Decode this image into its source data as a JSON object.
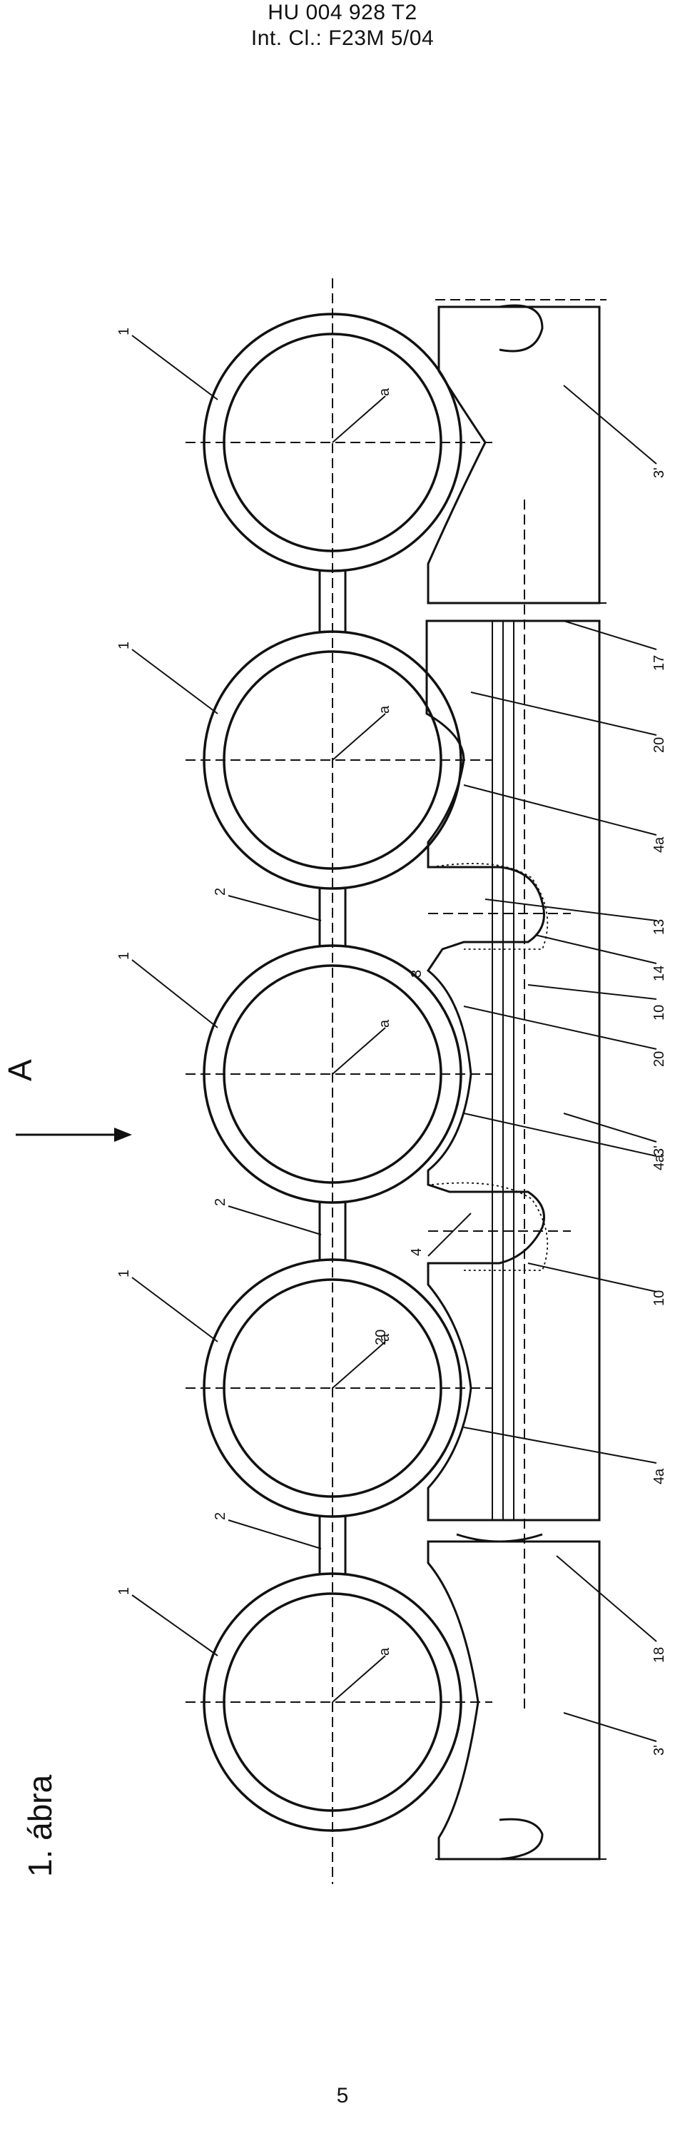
{
  "header": {
    "line1": "HU 004 928 T2",
    "line2": "Int. Cl.: F23M 5/04"
  },
  "figure": {
    "caption": "1. ábra",
    "view_label": "A",
    "labels": [
      "1",
      "2",
      "3",
      "4",
      "4a",
      "10",
      "13",
      "14",
      "17",
      "18",
      "20",
      "a",
      "3'"
    ]
  },
  "page_number": "5"
}
